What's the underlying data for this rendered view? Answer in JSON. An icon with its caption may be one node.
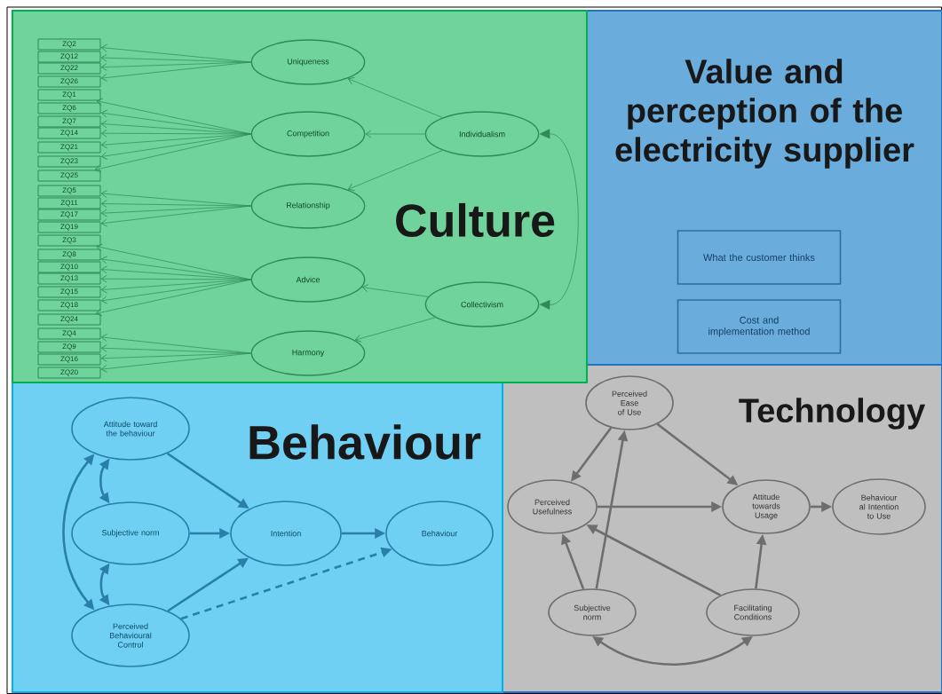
{
  "diagram": {
    "nodes": [
      {
        "text": [
          "Culture"
        ]
      },
      {
        "text": [
          "ZQ2"
        ],
        "in": 0
      },
      {
        "text": [
          "ZQ12"
        ],
        "in": 0
      },
      {
        "text": [
          "ZQ22"
        ],
        "in": 0
      },
      {
        "text": [
          "ZQ26"
        ],
        "in": 0
      },
      {
        "text": [
          "ZQ1"
        ],
        "in": 0
      },
      {
        "text": [
          "ZQ6"
        ],
        "in": 0
      },
      {
        "text": [
          "ZQ7"
        ],
        "in": 0
      },
      {
        "text": [
          "ZQ14"
        ],
        "in": 0
      },
      {
        "text": [
          "ZQ21"
        ],
        "in": 0
      },
      {
        "text": [
          "ZQ23"
        ],
        "in": 0
      },
      {
        "text": [
          "ZQ25"
        ],
        "in": 0
      },
      {
        "text": [
          "ZQ5"
        ],
        "in": 0
      },
      {
        "text": [
          "ZQ11"
        ],
        "in": 0
      },
      {
        "text": [
          "ZQ17"
        ],
        "in": 0
      },
      {
        "text": [
          "ZQ19"
        ],
        "in": 0
      },
      {
        "text": [
          "ZQ3"
        ],
        "in": 0
      },
      {
        "text": [
          "ZQ8"
        ],
        "in": 0
      },
      {
        "text": [
          "ZQ10"
        ],
        "in": 0
      },
      {
        "text": [
          "ZQ13"
        ],
        "in": 0
      },
      {
        "text": [
          "ZQ15"
        ],
        "in": 0
      },
      {
        "text": [
          "ZQ18"
        ],
        "in": 0
      },
      {
        "text": [
          "ZQ24"
        ],
        "in": 0
      },
      {
        "text": [
          "ZQ4"
        ],
        "in": 0
      },
      {
        "text": [
          "ZQ9"
        ],
        "in": 0
      },
      {
        "text": [
          "ZQ16"
        ],
        "in": 0
      },
      {
        "text": [
          "ZQ20"
        ],
        "in": 0
      },
      {
        "text": [
          "Uniqueness"
        ],
        "in": 0
      },
      {
        "text": [
          "Competition"
        ],
        "in": 0
      },
      {
        "text": [
          "Relationship"
        ],
        "in": 0
      },
      {
        "text": [
          "Advice"
        ],
        "in": 0
      },
      {
        "text": [
          "Harmony"
        ],
        "in": 0
      },
      {
        "text": [
          "Individualism"
        ],
        "in": 0
      },
      {
        "text": [
          "Collectivism"
        ],
        "in": 0
      },
      {
        "text": [
          "Value and perception of the electricity supplier"
        ]
      },
      {
        "text": [
          "What the customer thinks"
        ],
        "in": 34
      },
      {
        "text": [
          "Cost and implementation method"
        ],
        "in": 34
      },
      {
        "text": [
          "Behaviour"
        ]
      },
      {
        "text": [
          "Attitude toward the behaviour"
        ],
        "in": 37
      },
      {
        "text": [
          "Subjective norm"
        ],
        "in": 37
      },
      {
        "text": [
          "Intention"
        ],
        "in": 37
      },
      {
        "text": [
          "Behaviour"
        ],
        "in": 37
      },
      {
        "text": [
          "Perceived Behavioural Control"
        ],
        "in": 37
      },
      {
        "text": [
          "Technology"
        ]
      },
      {
        "text": [
          "Perceived Ease of Use"
        ],
        "in": 43
      },
      {
        "text": [
          "Perceived Usefulness"
        ],
        "in": 43
      },
      {
        "text": [
          "Attitude towards Usage"
        ],
        "in": 43
      },
      {
        "text": [
          "Behaviour al Intention to Use"
        ],
        "in": 43
      },
      {
        "text": [
          "Subjective norm"
        ],
        "in": 43
      },
      {
        "text": [
          "Facilitating Conditions"
        ],
        "in": 43
      }
    ],
    "edges": [
      {
        "from": 27,
        "to": 1,
        "arrow": "to"
      },
      {
        "from": 27,
        "to": 2,
        "arrow": "to"
      },
      {
        "from": 27,
        "to": 3,
        "arrow": "to"
      },
      {
        "from": 27,
        "to": 4,
        "arrow": "to"
      },
      {
        "from": 28,
        "to": 5,
        "arrow": "to"
      },
      {
        "from": 28,
        "to": 6,
        "arrow": "to"
      },
      {
        "from": 28,
        "to": 7,
        "arrow": "to"
      },
      {
        "from": 28,
        "to": 8,
        "arrow": "to"
      },
      {
        "from": 28,
        "to": 9,
        "arrow": "to"
      },
      {
        "from": 28,
        "to": 10,
        "arrow": "to"
      },
      {
        "from": 28,
        "to": 11,
        "arrow": "to"
      },
      {
        "from": 29,
        "to": 12,
        "arrow": "to"
      },
      {
        "from": 29,
        "to": 13,
        "arrow": "to"
      },
      {
        "from": 29,
        "to": 14,
        "arrow": "to"
      },
      {
        "from": 29,
        "to": 15,
        "arrow": "to"
      },
      {
        "from": 30,
        "to": 16,
        "arrow": "to"
      },
      {
        "from": 30,
        "to": 17,
        "arrow": "to"
      },
      {
        "from": 30,
        "to": 18,
        "arrow": "to"
      },
      {
        "from": 30,
        "to": 19,
        "arrow": "to"
      },
      {
        "from": 30,
        "to": 20,
        "arrow": "to"
      },
      {
        "from": 30,
        "to": 21,
        "arrow": "to"
      },
      {
        "from": 30,
        "to": 22,
        "arrow": "to"
      },
      {
        "from": 31,
        "to": 23,
        "arrow": "to"
      },
      {
        "from": 31,
        "to": 24,
        "arrow": "to"
      },
      {
        "from": 31,
        "to": 25,
        "arrow": "to"
      },
      {
        "from": 31,
        "to": 26,
        "arrow": "to"
      },
      {
        "from": 32,
        "to": 27,
        "arrow": "to"
      },
      {
        "from": 32,
        "to": 28,
        "arrow": "to"
      },
      {
        "from": 32,
        "to": 29,
        "arrow": "to"
      },
      {
        "from": 33,
        "to": 30,
        "arrow": "to"
      },
      {
        "from": 33,
        "to": 31,
        "arrow": "to"
      },
      {
        "from": 32,
        "to": 33,
        "arrow": "both"
      },
      {
        "from": 38,
        "to": 40,
        "arrow": "to",
        "style": "thick",
        "color": "#2a7fa8"
      },
      {
        "from": 39,
        "to": 40,
        "arrow": "to",
        "style": "thick",
        "color": "#2a7fa8"
      },
      {
        "from": 42,
        "to": 40,
        "arrow": "to",
        "style": "thick",
        "color": "#2a7fa8"
      },
      {
        "from": 40,
        "to": 41,
        "arrow": "to",
        "style": "thick",
        "color": "#2a7fa8"
      },
      {
        "from": 42,
        "to": 41,
        "arrow": "to",
        "style": "dashed",
        "color": "#2a7fa8"
      },
      {
        "from": 38,
        "to": 39,
        "arrow": "both",
        "style": "thick",
        "color": "#2a7fa8"
      },
      {
        "from": 39,
        "to": 42,
        "arrow": "both",
        "style": "thick",
        "color": "#2a7fa8"
      },
      {
        "from": 38,
        "to": 42,
        "arrow": "both",
        "style": "thick",
        "color": "#2a7fa8"
      },
      {
        "from": 44,
        "to": 45,
        "arrow": "to",
        "style": "thick",
        "color": "#6e6e6e"
      },
      {
        "from": 44,
        "to": 46,
        "arrow": "to",
        "style": "thick",
        "color": "#6e6e6e"
      },
      {
        "from": 45,
        "to": 46,
        "arrow": "to",
        "style": "thick",
        "color": "#6e6e6e"
      },
      {
        "from": 46,
        "to": 47,
        "arrow": "to",
        "style": "thick",
        "color": "#6e6e6e"
      },
      {
        "from": 48,
        "to": 45,
        "arrow": "to",
        "style": "thick",
        "color": "#6e6e6e"
      },
      {
        "from": 48,
        "to": 44,
        "arrow": "to",
        "style": "thick",
        "color": "#6e6e6e"
      },
      {
        "from": 49,
        "to": 45,
        "arrow": "to",
        "style": "thick",
        "color": "#6e6e6e"
      },
      {
        "from": 49,
        "to": 46,
        "arrow": "to",
        "style": "thick",
        "color": "#6e6e6e"
      },
      {
        "from": 48,
        "to": 49,
        "arrow": "both",
        "style": "thick",
        "color": "#6e6e6e"
      }
    ]
  }
}
